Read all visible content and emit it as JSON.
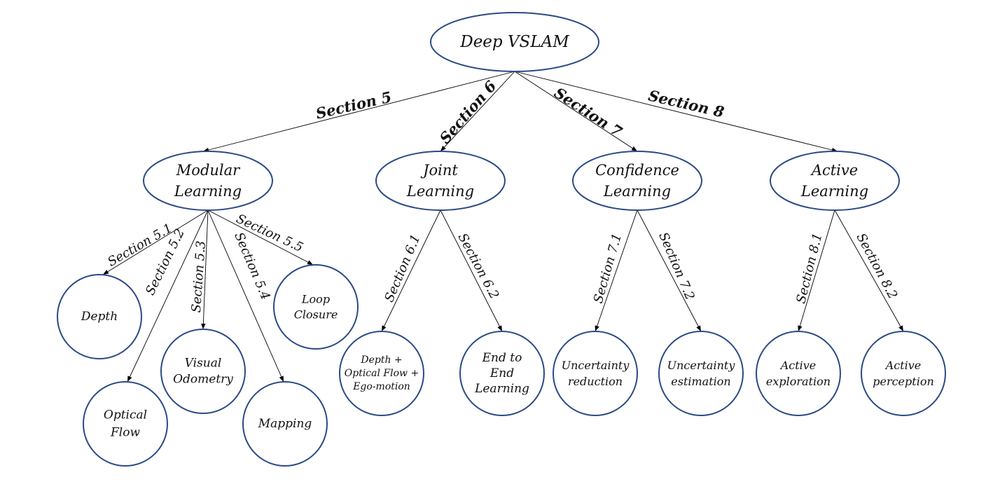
{
  "diagram": {
    "root": {
      "id": "root",
      "lines": [
        "Deep VSLAM"
      ]
    },
    "branches": [
      {
        "id": "modular",
        "edge_label": "Section 5",
        "lines": [
          "Modular",
          "Learning"
        ],
        "children": [
          {
            "id": "depth",
            "edge_label": "Section 5.1",
            "lines": [
              "Depth"
            ]
          },
          {
            "id": "optical-flow",
            "edge_label": "Section 5.2",
            "lines": [
              "Optical",
              "Flow"
            ]
          },
          {
            "id": "visual-odometry",
            "edge_label": "Section 5.3",
            "lines": [
              "Visual",
              "Odometry"
            ]
          },
          {
            "id": "mapping",
            "edge_label": "Section 5.4",
            "lines": [
              "Mapping"
            ]
          },
          {
            "id": "loop-closure",
            "edge_label": "Section 5.5",
            "lines": [
              "Loop",
              "Closure"
            ]
          }
        ]
      },
      {
        "id": "joint",
        "edge_label": "Section 6",
        "lines": [
          "Joint",
          "Learning"
        ],
        "children": [
          {
            "id": "depth-flow-ego",
            "edge_label": "Section 6.1",
            "lines": [
              "Depth +",
              "Optical Flow +",
              "Ego-motion"
            ]
          },
          {
            "id": "end-to-end",
            "edge_label": "Section 6.2",
            "lines": [
              "End to",
              "End",
              "Learning"
            ]
          }
        ]
      },
      {
        "id": "confidence",
        "edge_label": "Section 7",
        "lines": [
          "Confidence",
          "Learning"
        ],
        "children": [
          {
            "id": "uncertainty-reduction",
            "edge_label": "Section 7.1",
            "lines": [
              "Uncertainty",
              "reduction"
            ]
          },
          {
            "id": "uncertainty-estimation",
            "edge_label": "Section 7.2",
            "lines": [
              "Uncertainty",
              "estimation"
            ]
          }
        ]
      },
      {
        "id": "active",
        "edge_label": "Section 8",
        "lines": [
          "Active",
          "Learning"
        ],
        "children": [
          {
            "id": "active-exploration",
            "edge_label": "Section 8.1",
            "lines": [
              "Active",
              "exploration"
            ]
          },
          {
            "id": "active-perception",
            "edge_label": "Section 8.2",
            "lines": [
              "Active",
              "perception"
            ]
          }
        ]
      }
    ]
  }
}
